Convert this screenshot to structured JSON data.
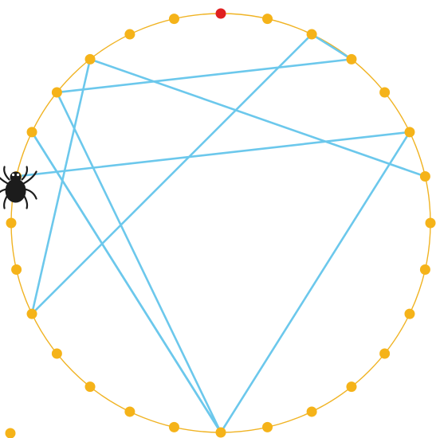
{
  "colors": {
    "background": "#ffffff",
    "circle": "#f0b323",
    "node": "#f5b319",
    "start_node": "#e02020",
    "web_line": "#6cc8ec",
    "spider": "#1c1c1c"
  },
  "board": {
    "node_count": 28,
    "start_node": 0,
    "web_path": [
      6,
      25,
      19,
      2,
      3,
      24,
      14,
      23,
      14,
      5,
      22
    ]
  },
  "player": {
    "icon": "spider-icon",
    "at_node": 22
  },
  "extra_nodes": [
    {
      "name": "stray-node",
      "icon": "dot"
    }
  ]
}
